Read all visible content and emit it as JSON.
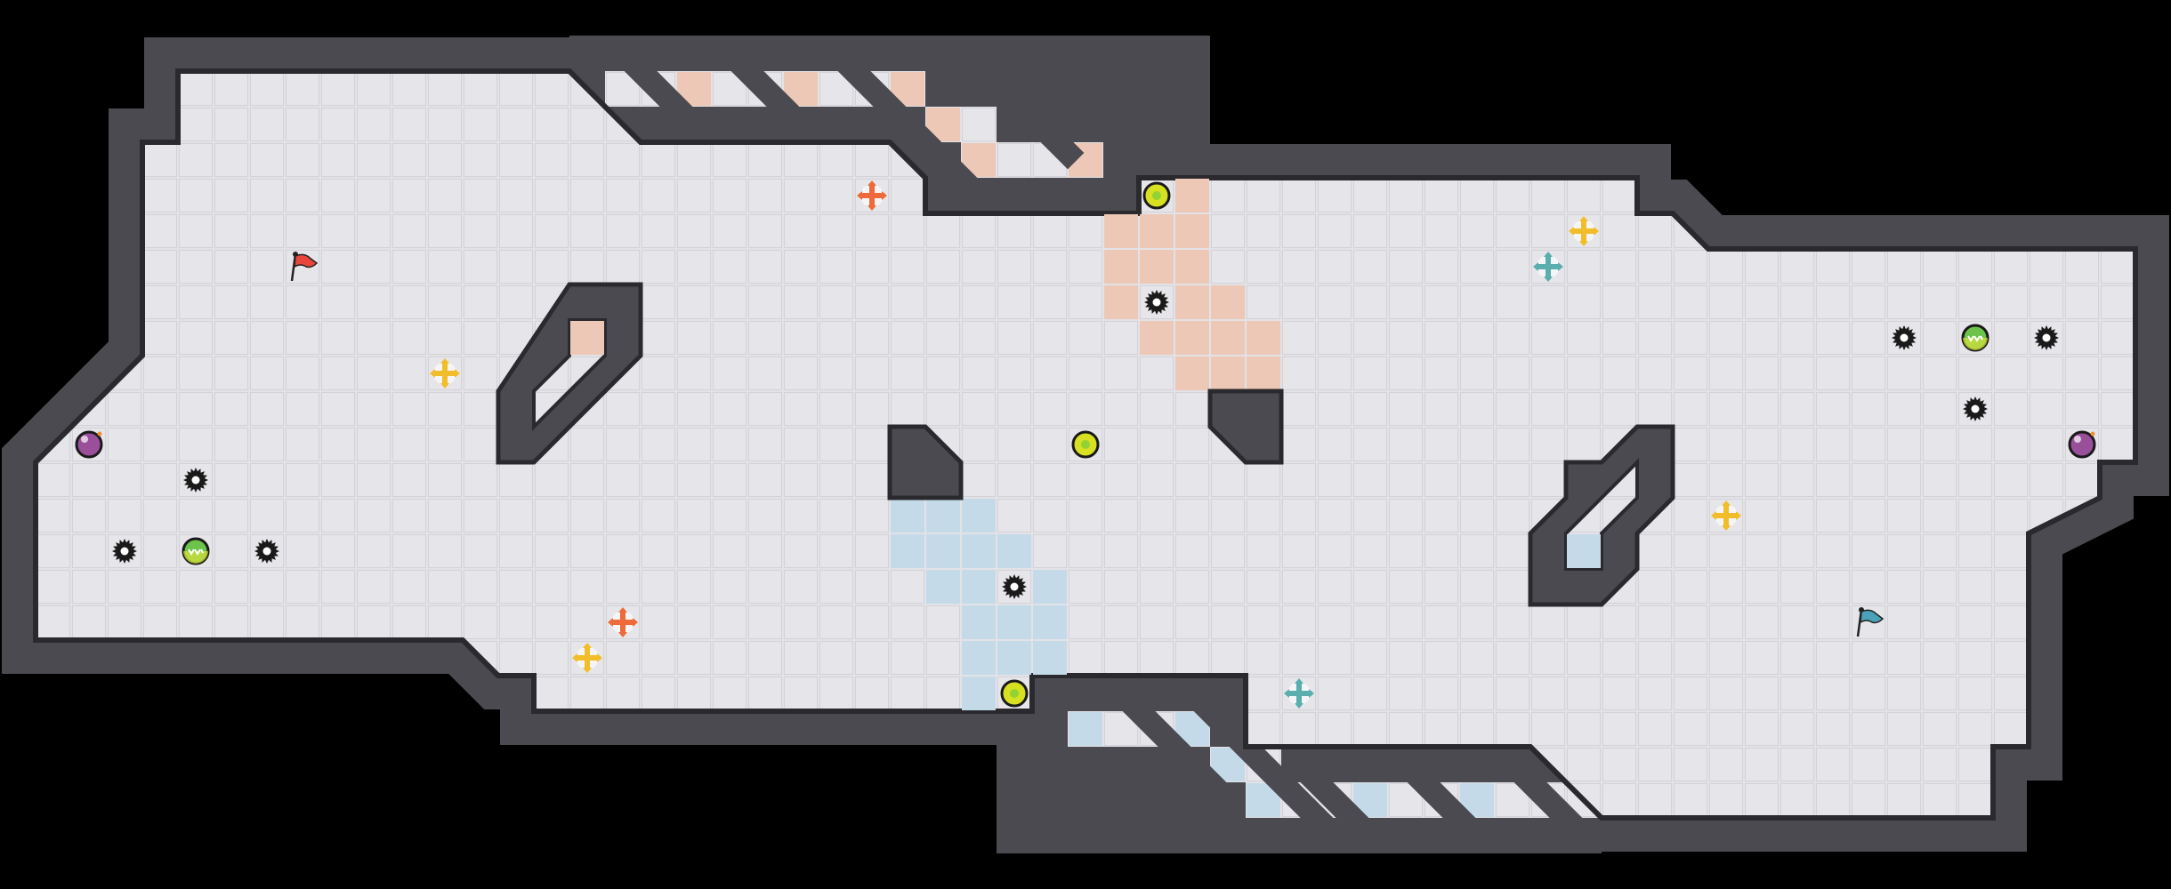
{
  "level": {
    "grid_columns": 61,
    "grid_rows": 25,
    "colors": {
      "background": "#000000",
      "wall": "#4a4a50",
      "wall_edge": "#2a2a2e",
      "floor": "#e3e3e7",
      "grid_line": "#cfcfd4",
      "orange_zone": "#edc8b6",
      "blue_zone": "#c4dae9"
    },
    "entities": {
      "start_flag": {
        "color": "#e8453c"
      },
      "goal_flag": {
        "color": "#4aa3b8"
      },
      "bombs": {
        "count": 2,
        "color": "#9a4f9a"
      },
      "spike_gears": {
        "count": 8,
        "color": "#1a1a1a"
      },
      "striped_balls": {
        "count": 2,
        "color": "#6cc24a"
      },
      "yellow_orbs": {
        "count": 3,
        "color": "#d8e022"
      },
      "move_pads": {
        "orange": {
          "count": 2,
          "color": "#ef6a3a"
        },
        "yellow": {
          "count": 4,
          "color": "#f2bd2a"
        },
        "teal": {
          "count": 2,
          "color": "#5aaeae"
        }
      }
    }
  }
}
